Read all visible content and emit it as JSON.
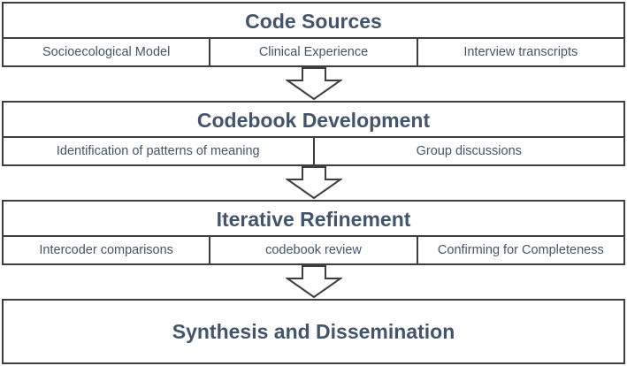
{
  "stages": [
    {
      "title": "Code Sources",
      "items": [
        "Socioecological Model",
        "Clinical Experience",
        "Interview transcripts"
      ]
    },
    {
      "title": "Codebook Development",
      "items": [
        "Identification of patterns of meaning",
        "Group discussions"
      ]
    },
    {
      "title": "Iterative Refinement",
      "items": [
        "Intercoder comparisons",
        "codebook review",
        "Confirming for Completeness"
      ]
    },
    {
      "title": "Synthesis and Dissemination",
      "items": []
    }
  ],
  "colors": {
    "text": "#44546a",
    "border": "#3f3f3f",
    "background": "#ffffff"
  }
}
